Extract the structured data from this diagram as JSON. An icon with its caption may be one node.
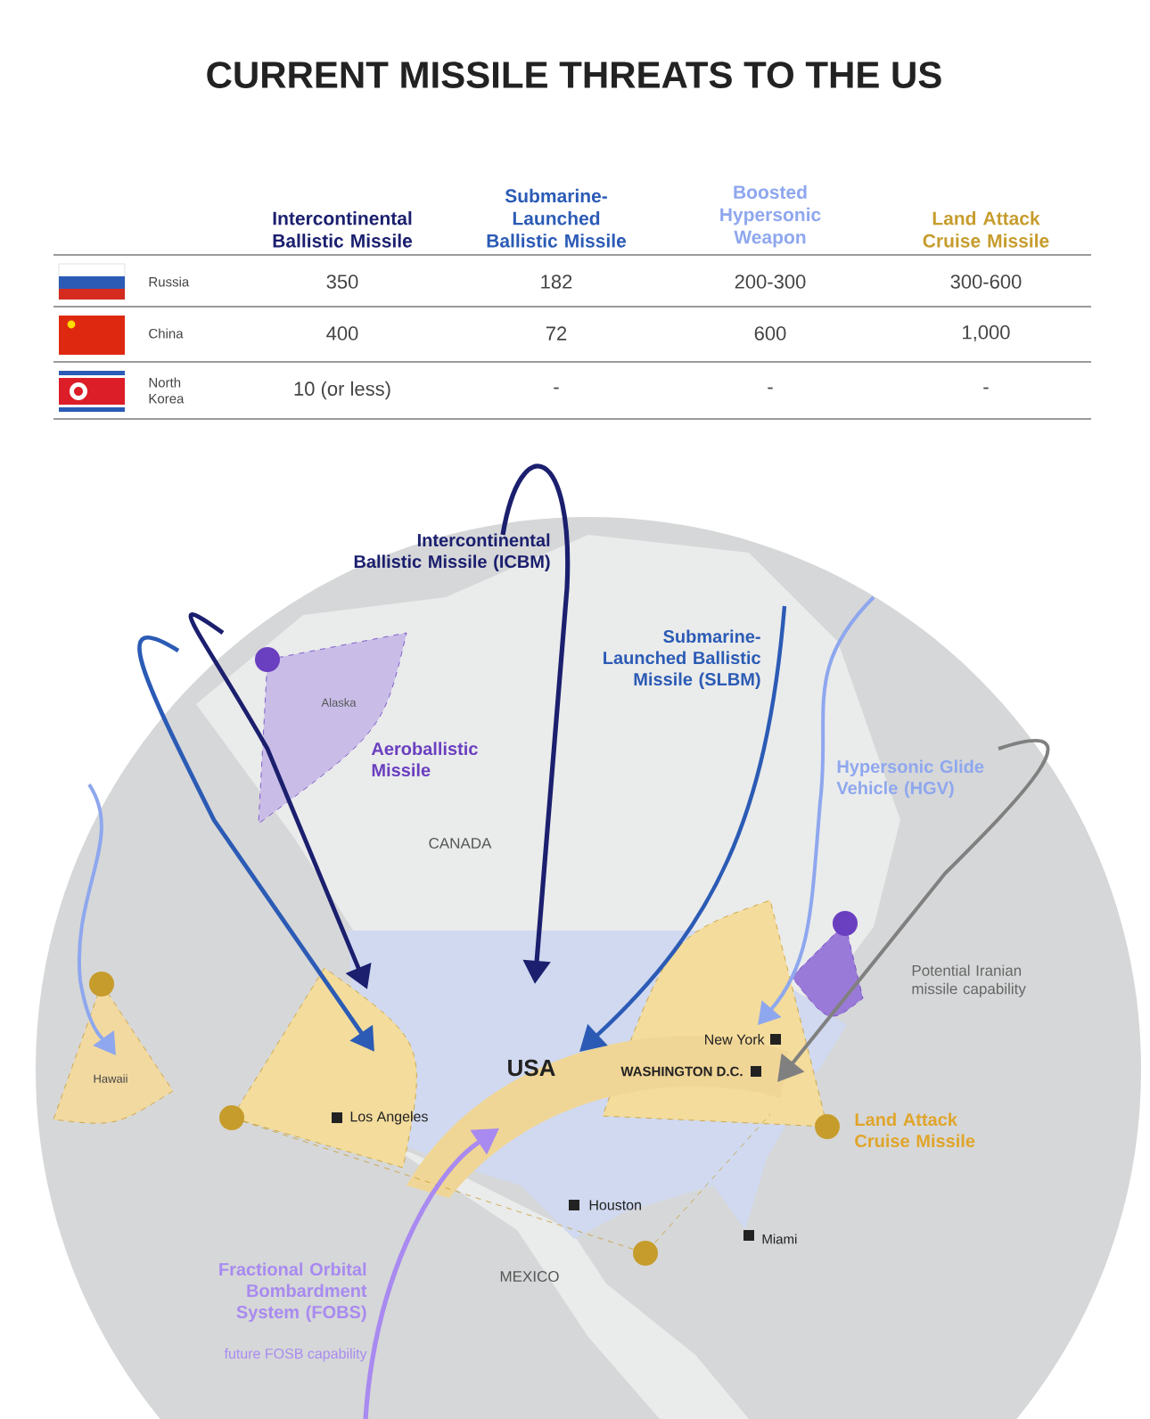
{
  "diagram": {
    "title": "CURRENT MISSILE THREATS TO THE US",
    "labels": [
      "Intercontinental Ballistic Missile",
      "Submarine-Launched Ballistic Missile",
      "Boosted Hypersonic Weapon",
      "Land Attack Cruise Missile",
      "Russia",
      "350",
      "182",
      "200-300",
      "300-600",
      "China",
      "400",
      "72",
      "600",
      "1,000",
      "North Korea",
      "10 (or less)",
      "-",
      "-",
      "-",
      "Intercontinental Ballistic Missile (ICBM)",
      "Submarine-Launched Ballistic Missile (SLBM)",
      "Alaska",
      "Aeroballistic Missile",
      "Hypersonic Glide Vehicle (HGV)",
      "CANADA",
      "Potential Iranian missile capability",
      "New York",
      "Hawaii",
      "USA",
      "WASHINGTON D.C.",
      "Los Angeles",
      "Land Attack Cruise Missile",
      "Houston",
      "Miami",
      "Fractional Orbital Bombardment System (FOBS)",
      "MEXICO",
      "future FOSB capability"
    ]
  }
}
